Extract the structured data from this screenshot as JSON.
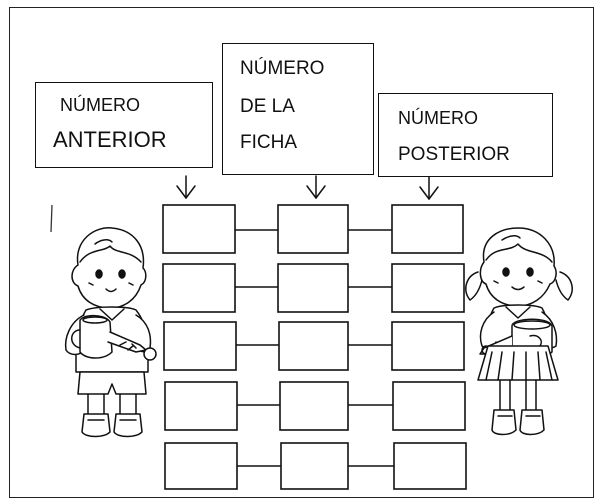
{
  "worksheet": {
    "headers": {
      "anterior": {
        "line1": "NÚMERO",
        "line2": "ANTERIOR"
      },
      "ficha": {
        "line1": "NÚMERO",
        "line2": "DE LA",
        "line3": "FICHA"
      },
      "posterior": {
        "line1": "NÚMERO",
        "line2": "POSTERIOR"
      }
    },
    "rows": 5,
    "columns": 3,
    "illustrations": [
      "boy-with-watering-can",
      "girl-with-watering-can"
    ],
    "arrow_icon": "down-arrow-icon"
  }
}
